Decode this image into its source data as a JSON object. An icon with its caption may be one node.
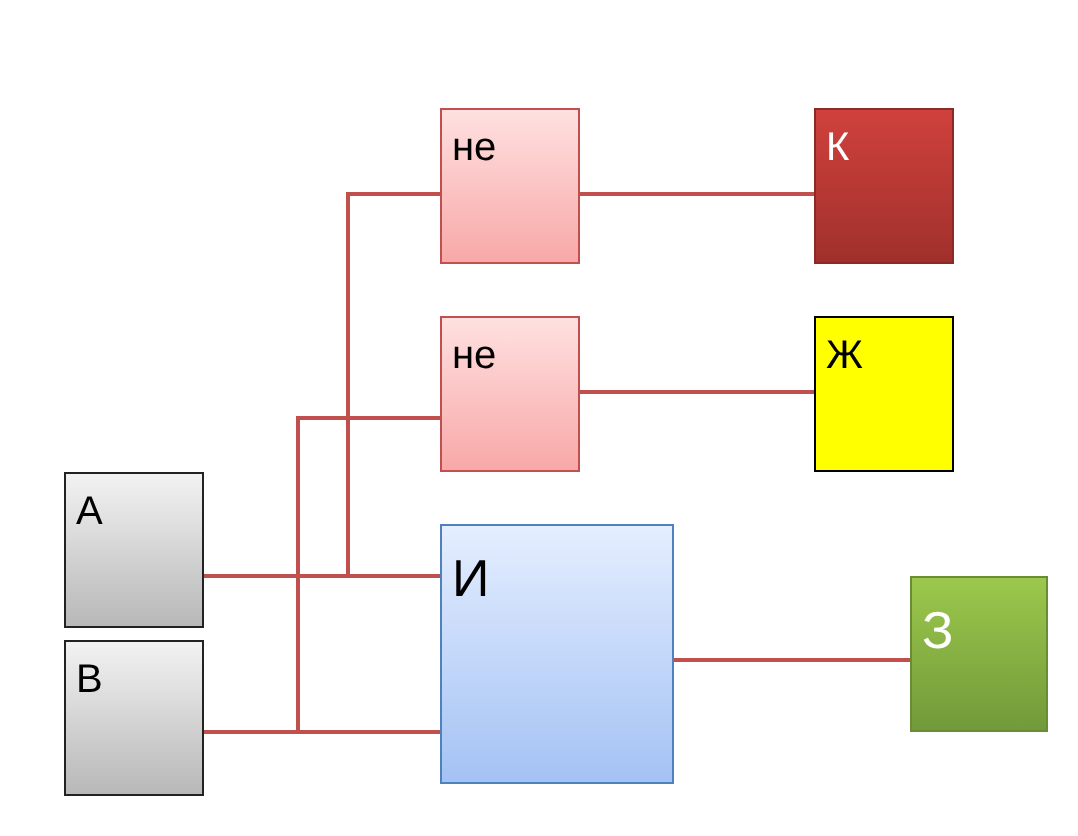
{
  "diagram": {
    "nodes": [
      {
        "text": [
          "А"
        ]
      },
      {
        "text": [
          "В"
        ]
      },
      {
        "text": [
          "не"
        ]
      },
      {
        "text": [
          "не"
        ]
      },
      {
        "text": [
          "И"
        ]
      },
      {
        "text": [
          "К"
        ]
      },
      {
        "text": [
          "Ж"
        ]
      },
      {
        "text": [
          "З"
        ]
      }
    ],
    "edges": [
      {
        "from": 0,
        "to": 2,
        "arrow": "none"
      },
      {
        "from": 0,
        "to": 4,
        "arrow": "none"
      },
      {
        "from": 1,
        "to": 3,
        "arrow": "none"
      },
      {
        "from": 1,
        "to": 4,
        "arrow": "none"
      },
      {
        "from": 2,
        "to": 5,
        "arrow": "none"
      },
      {
        "from": 3,
        "to": 6,
        "arrow": "none"
      },
      {
        "from": 4,
        "to": 7,
        "arrow": "none"
      }
    ]
  }
}
